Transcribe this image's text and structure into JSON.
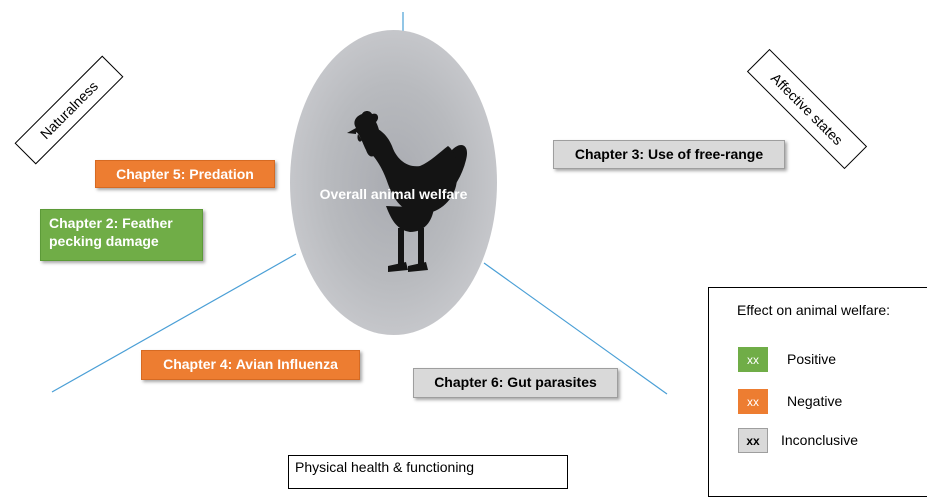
{
  "diagram": {
    "center_label": "Overall animal welfare",
    "dimensions": {
      "naturalness": "Naturalness",
      "affective_states": "Affective states",
      "physical_health": "Physical health & functioning"
    },
    "chapters": [
      {
        "id": "ch5",
        "label": "Chapter 5: Predation",
        "effect": "Negative"
      },
      {
        "id": "ch2",
        "label": "Chapter 2: Feather pecking damage",
        "effect": "Positive"
      },
      {
        "id": "ch3",
        "label": "Chapter 3: Use of free-range",
        "effect": "Inconclusive"
      },
      {
        "id": "ch4",
        "label": "Chapter 4: Avian Influenza",
        "effect": "Negative"
      },
      {
        "id": "ch6",
        "label": "Chapter 6: Gut parasites",
        "effect": "Inconclusive"
      }
    ],
    "legend": {
      "title": "Effect on animal welfare:",
      "items": [
        {
          "swatch": "xx",
          "label": "Positive",
          "color": "#70ad47"
        },
        {
          "swatch": "xx",
          "label": "Negative",
          "color": "#ed7d31"
        },
        {
          "swatch": "xx",
          "label": "Inconclusive",
          "color": "#d9d9d9"
        }
      ]
    },
    "colors": {
      "positive": "#70ad47",
      "negative": "#ed7d31",
      "inconclusive": "#d9d9d9",
      "divider_line": "#4a9fd6"
    },
    "icons": [
      "hen-icon"
    ]
  }
}
